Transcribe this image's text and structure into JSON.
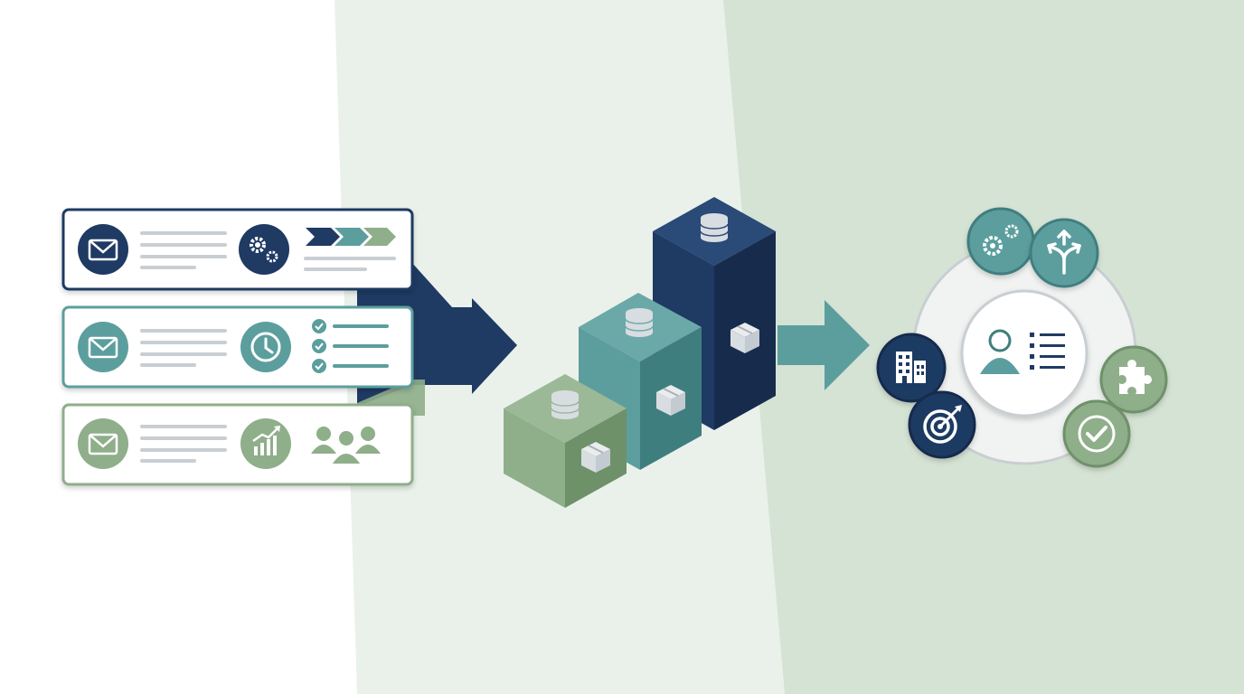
{
  "colors": {
    "background_left": "#ffffff",
    "background_middle": "#eaf1ea",
    "background_right": "#d5e3d4",
    "navy": "#1f3a63",
    "navy_dark": "#172c4d",
    "teal": "#5c9e9e",
    "teal_dark": "#3f7e7f",
    "sage": "#8fae8a",
    "sage_dark": "#6e9169",
    "line_gray": "#c9ced2",
    "card_white": "#ffffff"
  },
  "diagram": {
    "stages": [
      {
        "id": "source-cards",
        "cards": [
          {
            "theme": "navy",
            "left_icon": "envelope-icon",
            "right_icon": "gears-icon",
            "detail": "chevron-progress"
          },
          {
            "theme": "teal",
            "left_icon": "envelope-icon",
            "right_icon": "clock-icon",
            "detail": "checklist"
          },
          {
            "theme": "sage",
            "left_icon": "envelope-icon",
            "right_icon": "growth-chart-icon",
            "detail": "people-group-icon"
          }
        ]
      },
      {
        "id": "stacked-blocks",
        "blocks": [
          {
            "theme": "sage",
            "top_icon": "database-icon",
            "face_icon": "package-icon"
          },
          {
            "theme": "teal",
            "top_icon": "database-icon",
            "face_icon": "package-icon"
          },
          {
            "theme": "navy",
            "top_icon": "database-icon",
            "face_icon": "package-icon"
          }
        ]
      },
      {
        "id": "hub-ring",
        "center_icon": "user-profile-list-icon",
        "satellites": [
          {
            "icon": "gears-icon",
            "theme": "teal"
          },
          {
            "icon": "split-arrows-icon",
            "theme": "teal"
          },
          {
            "icon": "building-icon",
            "theme": "navy"
          },
          {
            "icon": "target-icon",
            "theme": "navy"
          },
          {
            "icon": "puzzle-piece-icon",
            "theme": "sage"
          },
          {
            "icon": "checkmark-icon",
            "theme": "sage"
          }
        ]
      }
    ],
    "connectors": [
      {
        "from": "source-cards",
        "to": "stacked-blocks",
        "theme": "navy"
      },
      {
        "from": "stacked-blocks",
        "to": "hub-ring",
        "theme": "teal"
      }
    ]
  }
}
